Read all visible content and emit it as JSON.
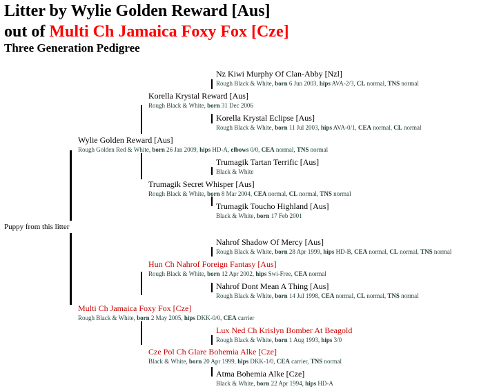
{
  "title": {
    "line1": "Litter by Wylie Golden Reward [Aus]",
    "line2_prefix": "out of ",
    "line2_dam": "Multi Ch Jamaica Foxy Fox [Cze]"
  },
  "subtitle": "Three Generation Pedigree",
  "puppy_label": "Puppy from this litter",
  "dogs": [
    {
      "name": "Nz Kiwi Murphy Of Clan-Abby [Nzl]",
      "color": "Rough Black & White",
      "parts": [
        {
          "b": "born",
          "v": "6 Jun 2003"
        },
        {
          "b": "hips",
          "v": "AVA-2/3"
        },
        {
          "b": "CL",
          "v": "normal"
        },
        {
          "b": "TNS",
          "v": "normal"
        }
      ]
    },
    {
      "name": "Korella Krystal Reward [Aus]",
      "color": "Rough Black & White",
      "parts": [
        {
          "b": "born",
          "v": "31 Dec 2006"
        }
      ]
    },
    {
      "name": "Korella Krystal Eclipse [Aus]",
      "color": "Rough Black & White",
      "parts": [
        {
          "b": "born",
          "v": "11 Jul 2003"
        },
        {
          "b": "hips",
          "v": "AVA-0/1"
        },
        {
          "b": "CEA",
          "v": "normal"
        },
        {
          "b": "CL",
          "v": "normal"
        }
      ]
    },
    {
      "name": "Wylie Golden Reward [Aus]",
      "color": "Rough Golden Red & White",
      "parts": [
        {
          "b": "born",
          "v": "26 Jan 2009"
        },
        {
          "b": "hips",
          "v": "HD-A"
        },
        {
          "b": "elbows",
          "v": "0/0"
        },
        {
          "b": "CEA",
          "v": "normal"
        },
        {
          "b": "TNS",
          "v": "normal"
        }
      ]
    },
    {
      "name": "Trumagik Tartan Terrific [Aus]",
      "color": "Black & White",
      "parts": []
    },
    {
      "name": "Trumagik Secret Whisper [Aus]",
      "color": "Rough Black & White",
      "parts": [
        {
          "b": "born",
          "v": "8 Mar 2004"
        },
        {
          "b": "CEA",
          "v": "normal"
        },
        {
          "b": "CL",
          "v": "normal"
        },
        {
          "b": "TNS",
          "v": "normal"
        }
      ]
    },
    {
      "name": "Trumagik Toucho Highland [Aus]",
      "color": "Black & White",
      "parts": [
        {
          "b": "born",
          "v": "17 Feb 2001"
        }
      ]
    },
    {
      "name": "Nahrof Shadow Of Mercy [Aus]",
      "color": "Rough Black & White",
      "parts": [
        {
          "b": "born",
          "v": "28 Apr 1999"
        },
        {
          "b": "hips",
          "v": "HD-B"
        },
        {
          "b": "CEA",
          "v": "normal"
        },
        {
          "b": "CL",
          "v": "normal"
        },
        {
          "b": "TNS",
          "v": "normal"
        }
      ]
    },
    {
      "name": "Hun Ch Nahrof Foreign Fantasy [Aus]",
      "color": "Rough Black & White",
      "parts": [
        {
          "b": "born",
          "v": "12 Apr 2002"
        },
        {
          "b": "hips",
          "v": "Swi-Free"
        },
        {
          "b": "CEA",
          "v": "normal"
        }
      ]
    },
    {
      "name": "Nahrof Dont Mean A Thing [Aus]",
      "color": "Rough Black & White",
      "parts": [
        {
          "b": "born",
          "v": "14 Jul 1998"
        },
        {
          "b": "CEA",
          "v": "normal"
        },
        {
          "b": "CL",
          "v": "normal"
        },
        {
          "b": "TNS",
          "v": "normal"
        }
      ]
    },
    {
      "name": "Multi Ch Jamaica Foxy Fox [Cze]",
      "color": "Rough Black & White",
      "parts": [
        {
          "b": "born",
          "v": "2 May 2005"
        },
        {
          "b": "hips",
          "v": "DKK-0/0"
        },
        {
          "b": "CEA",
          "v": "carrier"
        }
      ]
    },
    {
      "name": "Lux Ned Ch Krislyn Bomber At Beagold",
      "color": "Rough Black & White",
      "parts": [
        {
          "b": "born",
          "v": "1 Aug 1993"
        },
        {
          "b": "hips",
          "v": "3/0"
        }
      ]
    },
    {
      "name": "Cze Pol Ch Glare Bohemia Alke [Cze]",
      "color": "Black & White",
      "parts": [
        {
          "b": "born",
          "v": "20 Apr 1999"
        },
        {
          "b": "hips",
          "v": "DKK-1/0"
        },
        {
          "b": "CEA",
          "v": "carrier"
        },
        {
          "b": "TNS",
          "v": "normal"
        }
      ]
    },
    {
      "name": "Atma Bohemia Alke [Cze]",
      "color": "Black & White",
      "parts": [
        {
          "b": "born",
          "v": "22 Apr 1994"
        },
        {
          "b": "hips",
          "v": "HD-A"
        }
      ]
    }
  ]
}
